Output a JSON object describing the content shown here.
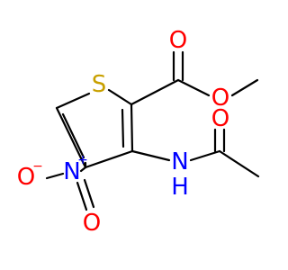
{
  "atoms": {
    "S": "S",
    "O_carbonyl_ester": "O",
    "O_ester": "O",
    "O_amide": "O",
    "NH_N": "N",
    "NH_H": "H",
    "N_nitro": "N",
    "N_nitro_charge": "+",
    "O_nitro_minus": "O",
    "O_nitro_minus_charge": "−",
    "O_nitro": "O"
  },
  "colors": {
    "bond": "#000000",
    "sulfur": "#c8a000",
    "oxygen": "#ff0000",
    "nitrogen": "#0000ff"
  }
}
